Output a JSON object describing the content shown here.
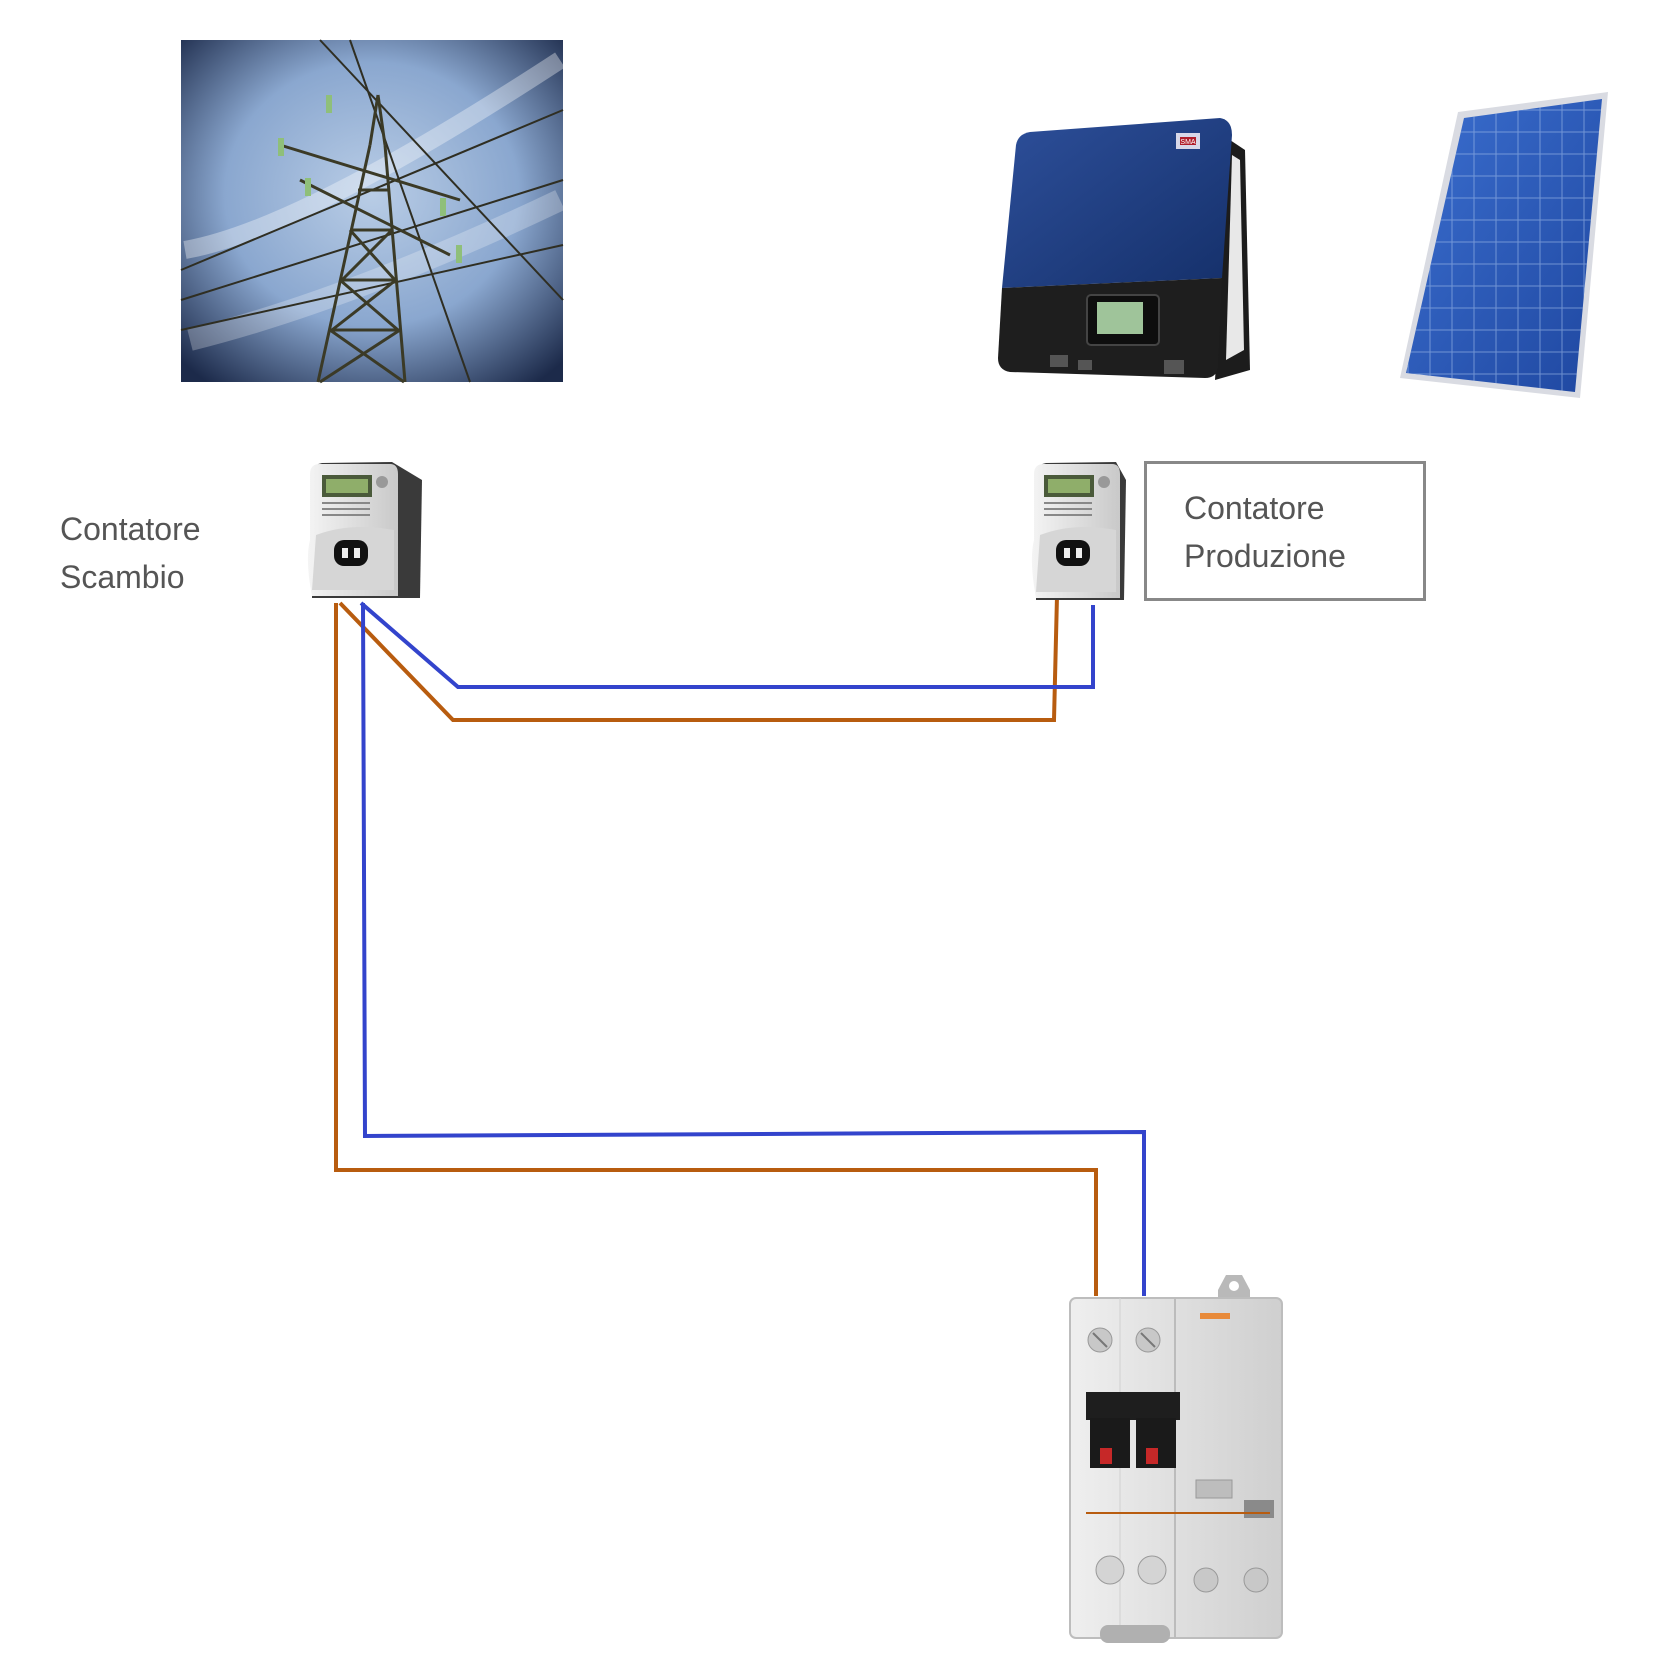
{
  "labels": {
    "contatore_scambio": [
      "Contatore",
      "Scambio"
    ],
    "contatore_produzione": [
      "Contatore",
      "Produzione"
    ]
  },
  "inverter": {
    "brand_logo": "SMA"
  },
  "colors": {
    "phase_wire": "#b85c0f",
    "neutral_wire": "#3344cc",
    "label_text": "#555555",
    "box_border": "#888888",
    "inverter_body": "#1f3a7a",
    "solar_panel": "#2a58b8",
    "breaker_body": "#dedede"
  },
  "icons": [
    "power-pylon-icon",
    "inverter-icon",
    "solar-panel-icon",
    "meter-icon",
    "breaker-icon"
  ]
}
